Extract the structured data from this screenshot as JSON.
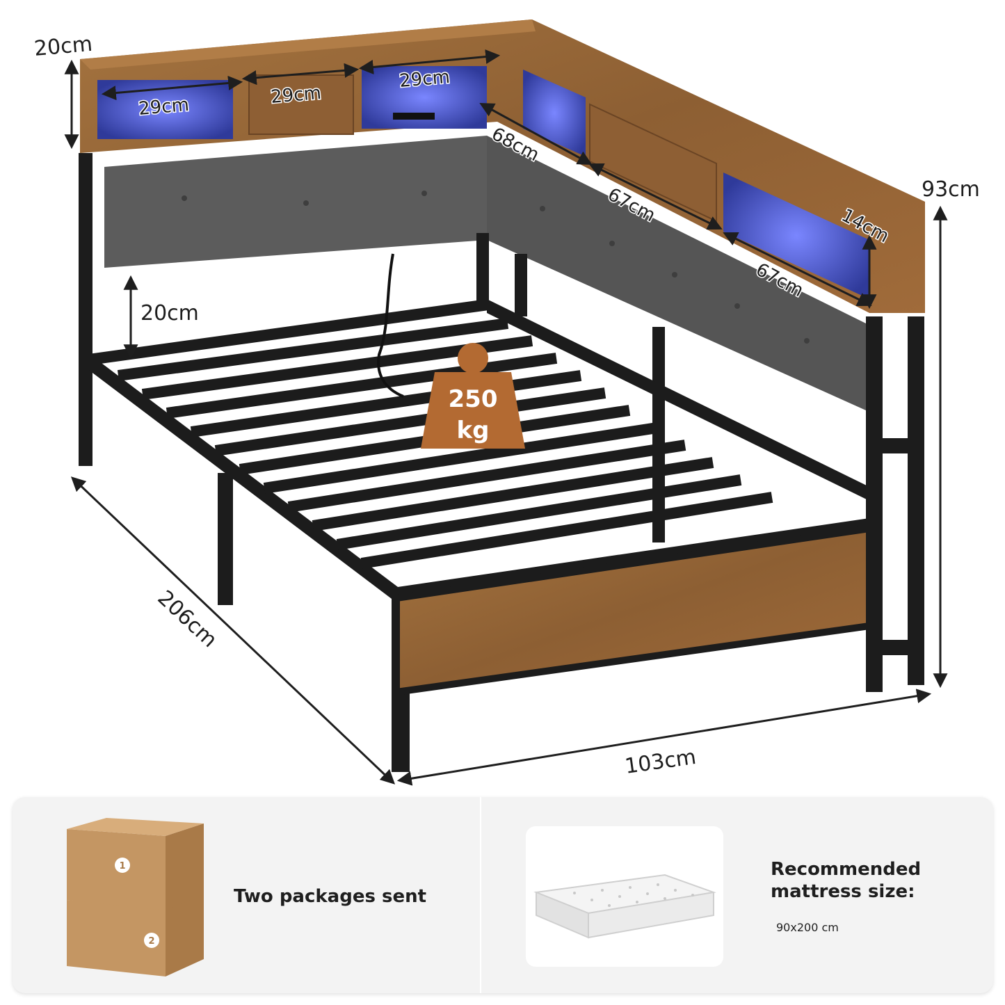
{
  "dimensions": {
    "shelf_height": "20cm",
    "compartment_left": "29cm",
    "compartment_middle": "29cm",
    "compartment_right": "29cm",
    "side_section_1": "68cm",
    "side_section_2": "67cm",
    "side_section_3": "67cm",
    "side_depth": "14cm",
    "total_height": "93cm",
    "under_bed_clearance": "20cm",
    "length": "206cm",
    "width": "103cm"
  },
  "load_capacity": {
    "value": "250",
    "unit": "kg"
  },
  "packages": {
    "label": "Two packages sent",
    "box_numbers": [
      "1",
      "2"
    ]
  },
  "mattress": {
    "title": "Recommended mattress size:",
    "size": "90x200 cm"
  },
  "colors": {
    "wood": "#9a6a3a",
    "wood_dark": "#7a5030",
    "metal": "#1c1c1c",
    "upholstery": "#5c5c5c",
    "led": "#5566ff",
    "weight_badge": "#b36a32",
    "panel_bg": "#f3f3f3"
  }
}
